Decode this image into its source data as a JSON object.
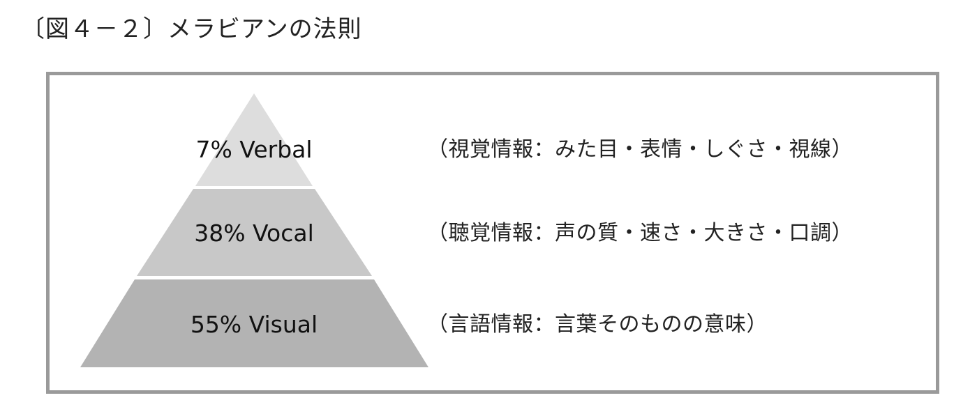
{
  "title": "〔図４－２〕メラビアンの法則",
  "colors": {
    "frame": "#9a9a9a",
    "tier_top": "#dddddd",
    "tier_middle": "#c8c8c8",
    "tier_bottom": "#b3b3b3",
    "separator": "#ffffff"
  },
  "tiers": [
    {
      "label": "7% Verbal",
      "description": "（視覚情報：みた目・表情・しぐさ・視線）"
    },
    {
      "label": "38% Vocal",
      "description": "（聴覚情報：声の質・速さ・大きさ・口調）"
    },
    {
      "label": "55% Visual",
      "description": "（言語情報：言葉そのものの意味）"
    }
  ]
}
